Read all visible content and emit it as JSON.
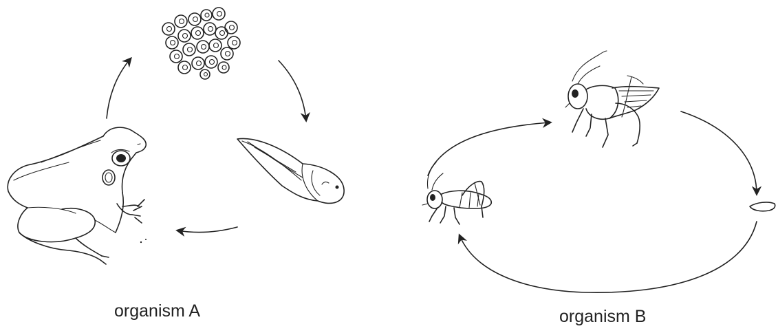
{
  "organisms": [
    {
      "caption": "organism A",
      "stages": [
        "egg-mass",
        "tadpole",
        "adult-frog"
      ]
    },
    {
      "caption": "organism B",
      "stages": [
        "adult-grasshopper",
        "egg",
        "nymph-grasshopper"
      ]
    }
  ]
}
